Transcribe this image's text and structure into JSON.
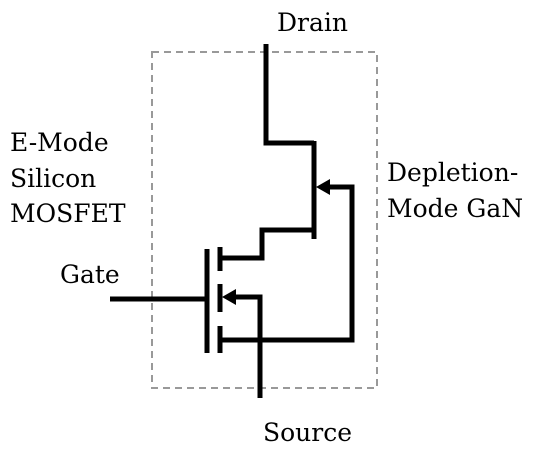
{
  "labels": {
    "drain": "Drain",
    "source": "Source",
    "gate": "Gate",
    "emode_line1": "E-Mode",
    "emode_line2": "Silicon",
    "emode_line3": "MOSFET",
    "dmode_line1": "Depletion-",
    "dmode_line2": "Mode GaN"
  },
  "colors": {
    "wire": "#000000",
    "dashed_box": "#999999",
    "background": "#ffffff"
  },
  "components": {
    "enclosure": "dashed-box",
    "upper_device": "depletion-mode-gan-transistor",
    "lower_device": "e-mode-silicon-mosfet"
  }
}
